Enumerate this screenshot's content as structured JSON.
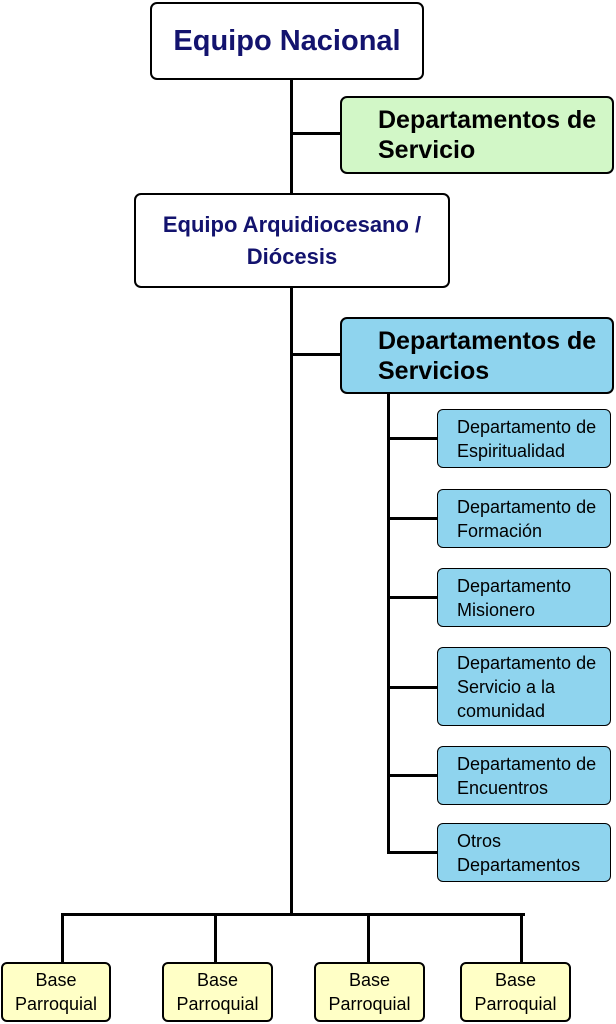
{
  "national_team": "Equipo Nacional",
  "national_services": "Departamentos de Servicio",
  "archdiocesan_team": "Equipo Arquidiocesano / Diócesis",
  "archdiocesan_services": "Departamentos de Servicios",
  "departments": [
    "Departamento de Espiritualidad",
    "Departamento de Formación",
    "Departamento Misionero",
    "Departamento de Servicio a la comunidad",
    "Departamento de Encuentros",
    "Otros Departamentos"
  ],
  "parish_bases": [
    "Base Parroquial",
    "Base Parroquial",
    "Base Parroquial",
    "Base Parroquial"
  ],
  "colors": {
    "title_text": "#13136e",
    "national_services_fill": "#d2f7c7",
    "archdiocesan_services_fill": "#8fd4ee",
    "department_fill": "#8fd4ee",
    "parish_fill": "#ffffc6"
  }
}
